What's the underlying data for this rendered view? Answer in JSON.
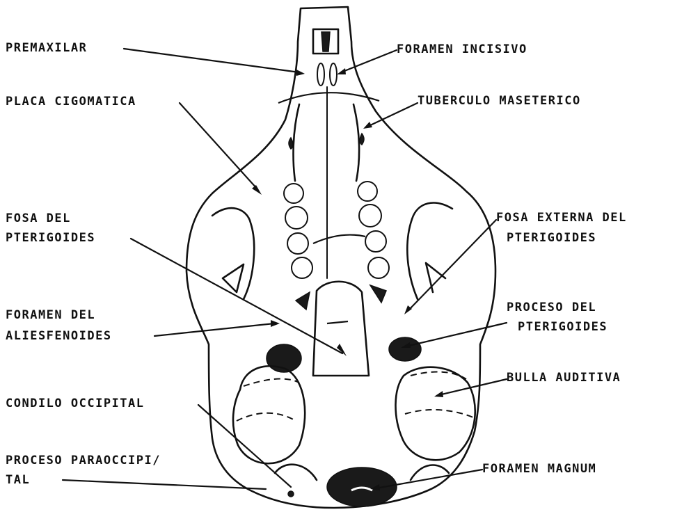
{
  "labels": {
    "premaxilar": "PREMAXILAR",
    "placa_cigomatica": "PLACA CIGOMATICA",
    "fosa_del_pterigoides_1": "FOSA DEL",
    "fosa_del_pterigoides_2": "PTERIGOIDES",
    "foramen_aliesfenoides_1": "FORAMEN DEL",
    "foramen_aliesfenoides_2": "ALIESFENOIDES",
    "condilo_occipital": "CONDILO OCCIPITAL",
    "proceso_paraoccipital_1": "PROCESO PARAOCCIPI/",
    "proceso_paraoccipital_2": "TAL",
    "foramen_incisivo": "FORAMEN INCISIVO",
    "tuberculo_maseterico": "TUBERCULO MASETERICO",
    "fosa_externa_1": "FOSA EXTERNA DEL",
    "fosa_externa_2": "PTERIGOIDES",
    "proceso_pterigoides_1": "PROCESO DEL",
    "proceso_pterigoides_2": "PTERIGOIDES",
    "bulla_auditiva": "BULLA AUDITIVA",
    "foramen_magnum": "FORAMEN MAGNUM"
  },
  "colors": {
    "ink": "#111111",
    "background": "#ffffff"
  }
}
